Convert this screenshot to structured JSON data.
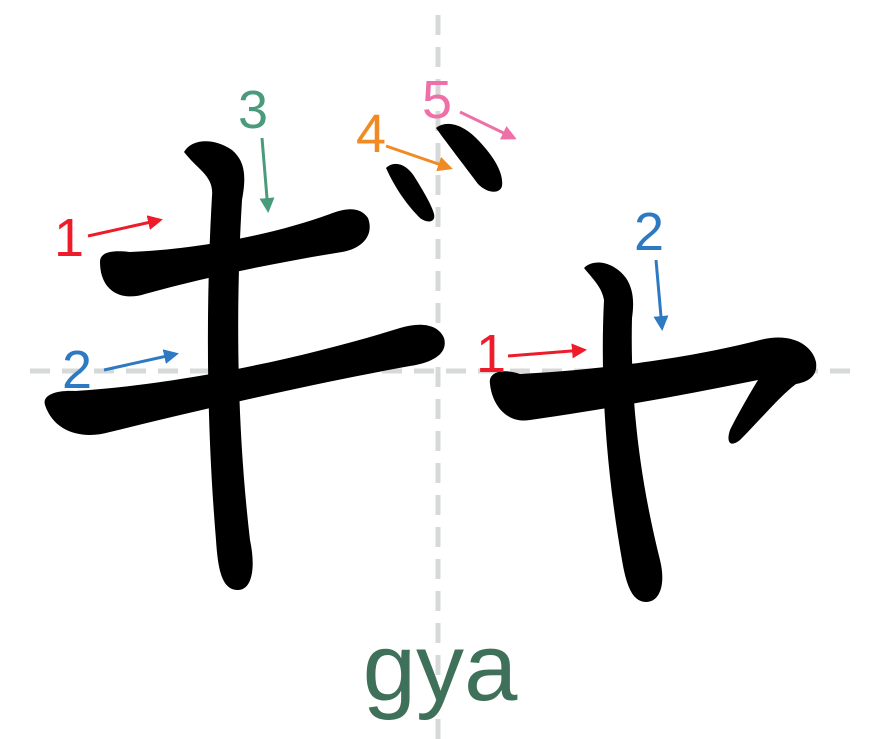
{
  "romaji": "gya",
  "characters": [
    {
      "kana": "ギ",
      "stroke_labels": [
        {
          "number": "1",
          "color": "#ee1c2a"
        },
        {
          "number": "2",
          "color": "#2d79c2"
        },
        {
          "number": "3",
          "color": "#4a9b7c"
        },
        {
          "number": "4",
          "color": "#f08a22"
        },
        {
          "number": "5",
          "color": "#ef6fa8"
        }
      ]
    },
    {
      "kana": "ャ",
      "stroke_labels": [
        {
          "number": "1",
          "color": "#ee1c2a"
        },
        {
          "number": "2",
          "color": "#2d79c2"
        }
      ]
    }
  ],
  "colors": {
    "stroke": "#000000",
    "guide_line": "#d7d8d8",
    "romaji": "#3f7059"
  }
}
